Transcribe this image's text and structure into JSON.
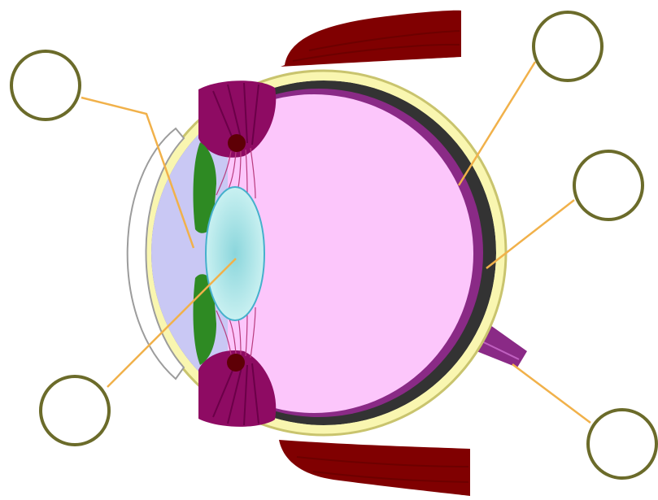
{
  "diagram": {
    "colors": {
      "background": "#ffffff",
      "sclera": "#f9f6b0",
      "scleraStroke": "#c9c46e",
      "choroid": "#333333",
      "retina": "#8a2a86",
      "vitreous": "#fcc6fb",
      "aqueous": "#c9c8f4",
      "cornea": "#ffffff",
      "corneaStroke": "#9c9c9c",
      "iris": "#2e8a23",
      "ciliaryBody": "#8e0b63",
      "ciliaryKnob": "#5e0006",
      "lensOuter": "#cff3f3",
      "lensInner": "#8bd6dc",
      "lensStroke": "#45b0cc",
      "zonules": "#b93c7f",
      "muscle": "#800001",
      "muscleStripe": "#6d0000",
      "leaderLine": "#f1b14a",
      "labelCircleFill": "#ffffff",
      "labelCircleStroke": "#6b6b2a"
    },
    "labels": [
      {
        "id": "top-left",
        "text": ""
      },
      {
        "id": "bottom-left",
        "text": ""
      },
      {
        "id": "top-right",
        "text": ""
      },
      {
        "id": "right-middle",
        "text": ""
      },
      {
        "id": "bottom-right",
        "text": ""
      }
    ]
  }
}
